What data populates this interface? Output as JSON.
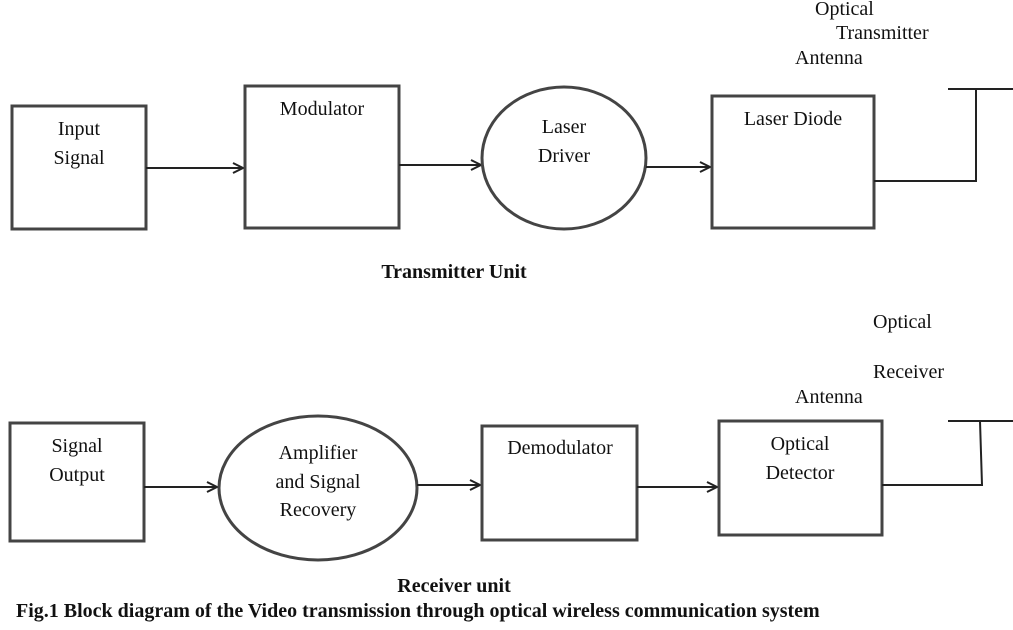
{
  "transmitter": {
    "input_signal": [
      "Input",
      "Signal"
    ],
    "modulator": "Modulator",
    "laser_driver": [
      "Laser",
      "Driver"
    ],
    "laser_diode": "Laser Diode",
    "antenna_label": [
      "Optical",
      "Transmitter",
      "Antenna"
    ],
    "unit_title": "Transmitter Unit"
  },
  "receiver": {
    "signal_output": [
      "Signal",
      "Output"
    ],
    "amplifier": [
      "Amplifier",
      "and  Signal",
      "Recovery"
    ],
    "demodulator": "Demodulator",
    "optical_detector": [
      "Optical",
      "Detector"
    ],
    "antenna_label": [
      "Optical",
      "Receiver",
      "Antenna"
    ],
    "unit_title": "Receiver unit"
  },
  "caption": "Fig.1 Block diagram of the Video transmission through optical wireless communication system"
}
